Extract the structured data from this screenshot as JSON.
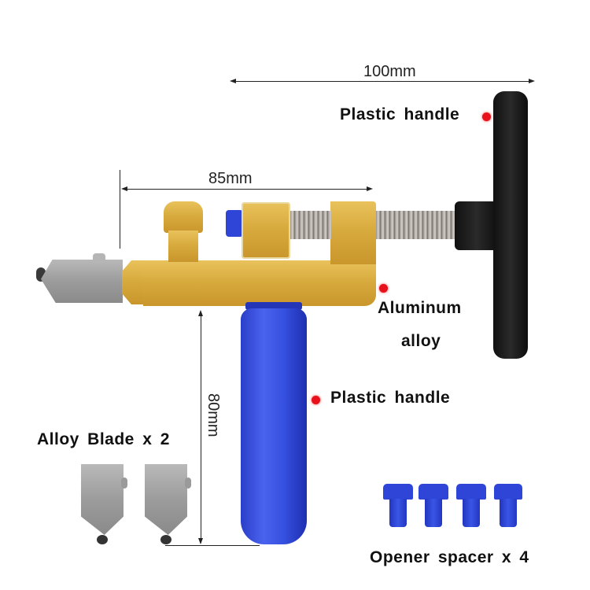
{
  "dimensions": {
    "top_width": "100mm",
    "body_length": "85mm",
    "handle_height": "80mm"
  },
  "callouts": {
    "t_handle": "Plastic handle",
    "body_material_line1": "Aluminum",
    "body_material_line2": "alloy",
    "grip_handle": "Plastic handle"
  },
  "accessories": {
    "blades_label": "Alloy Blade x 2",
    "blade_count": 2,
    "spacers_label": "Opener spacer x 4",
    "spacer_count": 4
  },
  "colors": {
    "callout_dot": "#e8101a",
    "body_gold": "#d8ab3e",
    "grip_blue": "#3650e0",
    "t_handle_black": "#151515",
    "blade_steel": "#9c9c9c"
  }
}
